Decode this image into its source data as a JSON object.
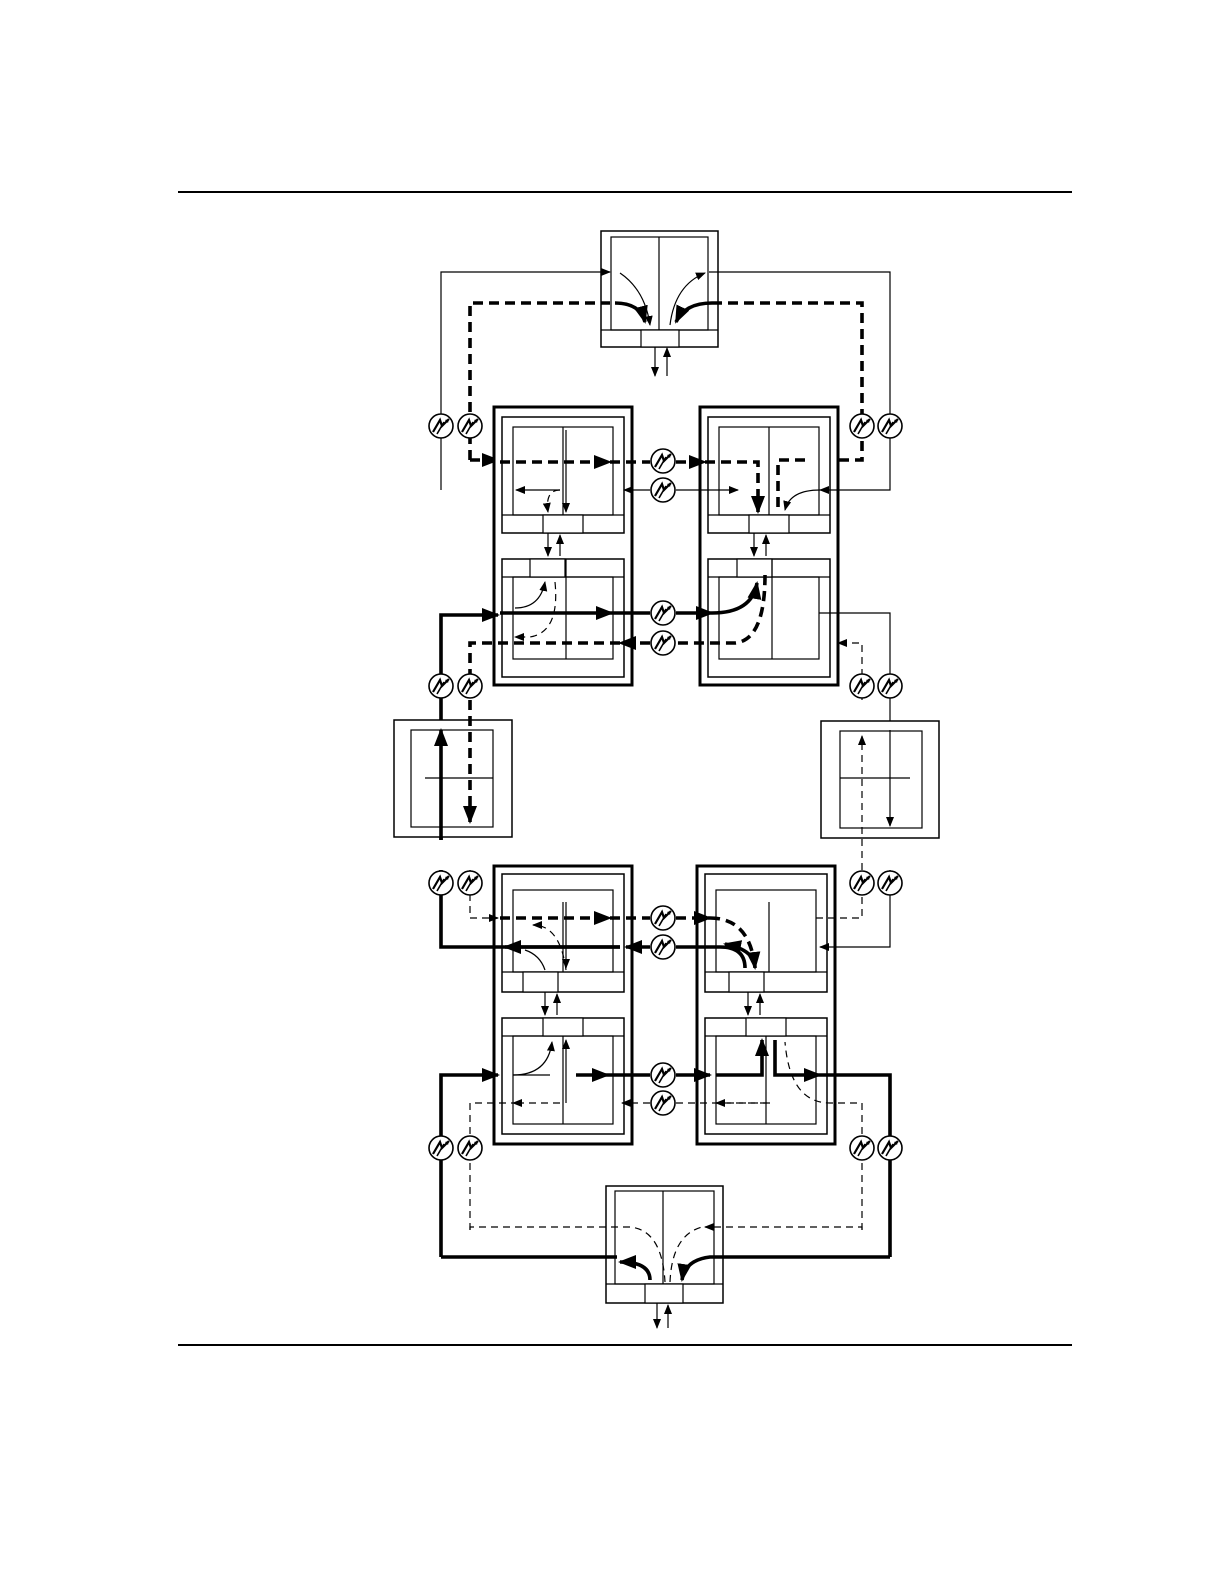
{
  "colors": {
    "ink": "#000000",
    "paper": "#ffffff"
  },
  "icons": [
    "fiber-connector-icon",
    "arrowhead-icon"
  ],
  "diagram": {
    "nodes": [
      "top-terminal-node",
      "upper-left-shelf",
      "upper-right-shelf",
      "left-regenerator-node",
      "right-regenerator-node",
      "lower-left-shelf",
      "lower-right-shelf",
      "bottom-terminal-node"
    ],
    "connector_count": 24
  }
}
